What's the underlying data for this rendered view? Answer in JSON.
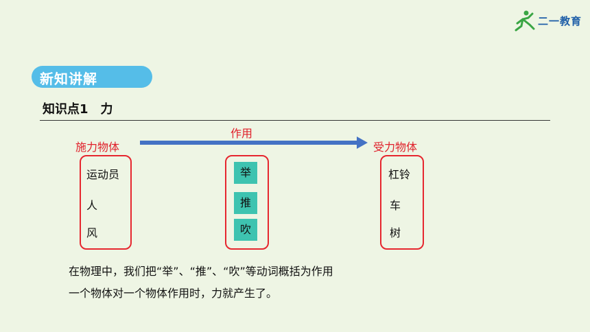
{
  "brand": {
    "logo_text": "二一教育",
    "accent": "#1f5fa8",
    "figure_color": "#3aa544"
  },
  "section": {
    "label": "新知讲解",
    "color": "#55bde8"
  },
  "heading": "知识点1　力",
  "diagram": {
    "actor_label": "施力物体",
    "verb_label": "作用",
    "receiver_label": "受力物体",
    "actors": [
      "运动员",
      "人",
      "风"
    ],
    "verbs": [
      "举",
      "推",
      "吹"
    ],
    "receivers": [
      "杠铃",
      "车",
      "树"
    ],
    "arrow_color": "#4472c4",
    "box_color": "#e6262e",
    "highlight_color": "#3ec3b0"
  },
  "paragraph": {
    "line1": "在物理中，我们把“举”、“推”、“吹”等动词概括为作用",
    "line2": "一个物体对一个物体作用时，力就产生了。"
  }
}
